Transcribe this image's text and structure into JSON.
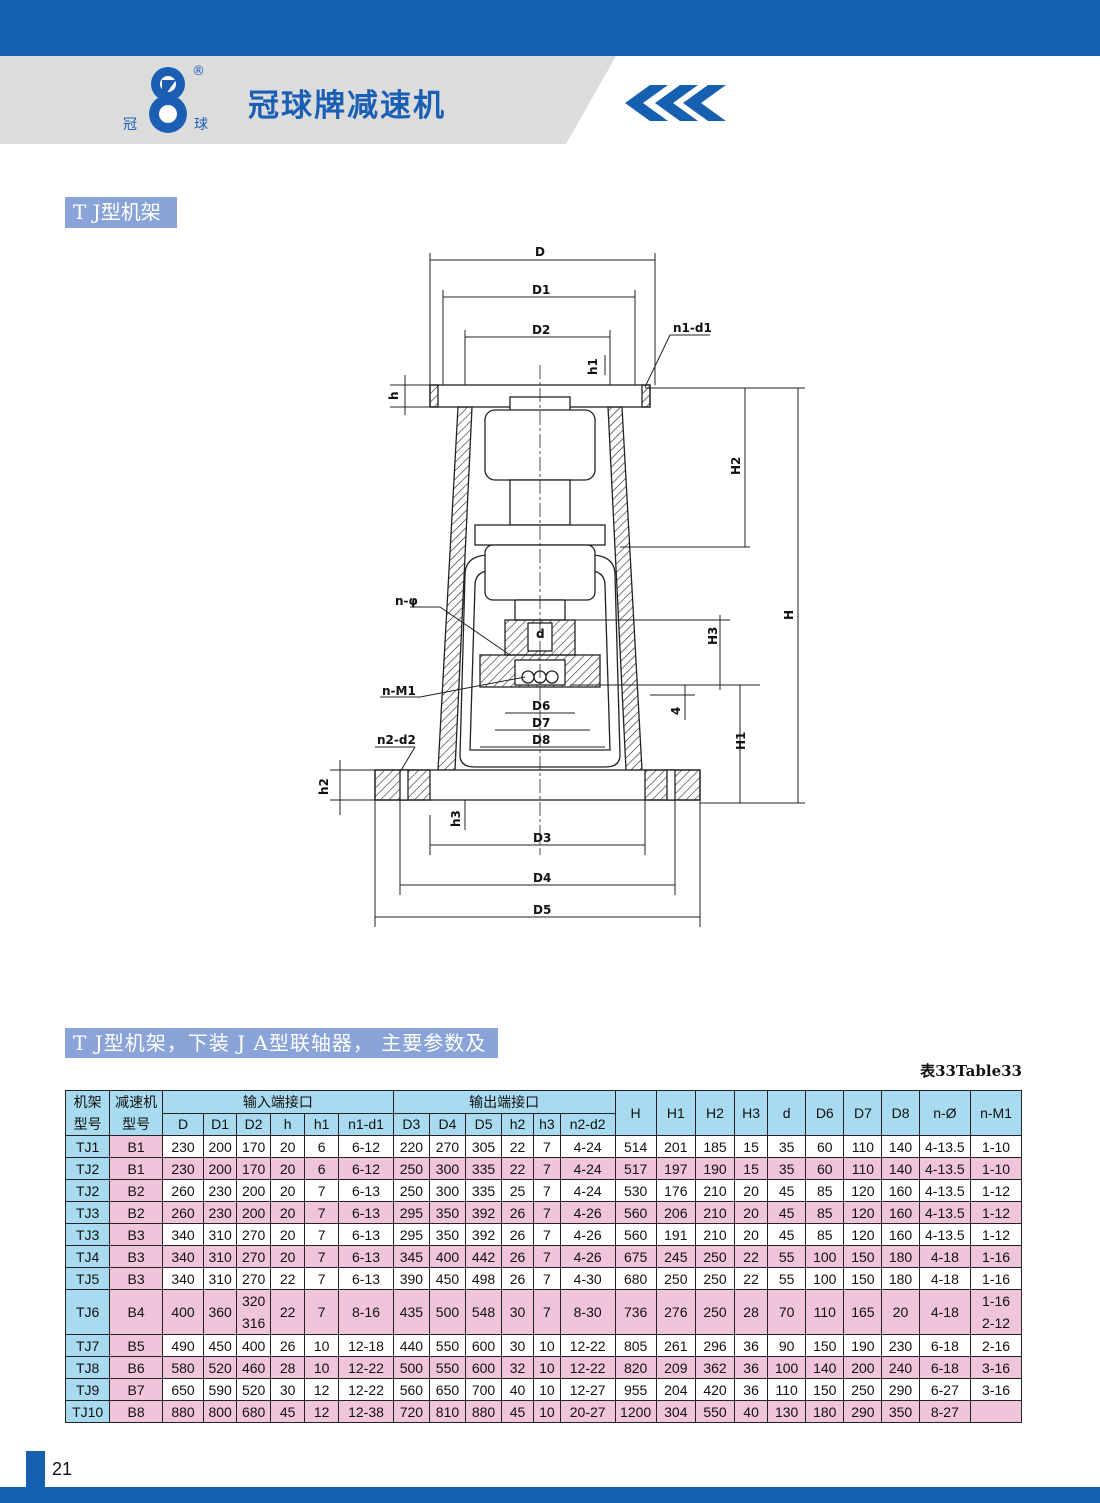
{
  "brand": {
    "name": "冠球牌减速机",
    "logo_left": "冠",
    "logo_right": "球",
    "registered": "®"
  },
  "section1_title": "T J型机架",
  "section2_title": "T J型机架，下装 J A型联轴器， 主要参数及尺寸",
  "table_caption": "表33Table33",
  "page_number": "21",
  "drawing_labels": {
    "D": "D",
    "D1": "D1",
    "D2": "D2",
    "n1d1": "n1-d1",
    "h": "h",
    "h1": "h1",
    "H2": "H2",
    "H": "H",
    "nphi": "n-φ",
    "d": "d",
    "H3": "H3",
    "nM1": "n-M1",
    "four": "4",
    "D6": "D6",
    "D7": "D7",
    "D8": "D8",
    "H1": "H1",
    "n2d2": "n2-d2",
    "h2": "h2",
    "h3": "h3",
    "D3": "D3",
    "D4": "D4",
    "D5": "D5"
  },
  "table": {
    "header_groups": {
      "frame_model": [
        "机架",
        "型号"
      ],
      "reducer_model": [
        "减速机",
        "型号"
      ],
      "input": "输入端接口",
      "output": "输出端接口"
    },
    "input_cols": [
      "D",
      "D1",
      "D2",
      "h",
      "h1",
      "n1-d1"
    ],
    "output_cols": [
      "D3",
      "D4",
      "D5",
      "h2",
      "h3",
      "n2-d2"
    ],
    "other_cols": [
      "H",
      "H1",
      "H2",
      "H3",
      "d",
      "D6",
      "D7",
      "D8",
      "n-Ø",
      "n-M1"
    ],
    "rows": [
      [
        "TJ1",
        "B1",
        "230",
        "200",
        "170",
        "20",
        "6",
        "6-12",
        "220",
        "270",
        "305",
        "22",
        "7",
        "4-24",
        "514",
        "201",
        "185",
        "15",
        "35",
        "60",
        "110",
        "140",
        "4-13.5",
        "1-10"
      ],
      [
        "TJ2",
        "B1",
        "230",
        "200",
        "170",
        "20",
        "6",
        "6-12",
        "250",
        "300",
        "335",
        "22",
        "7",
        "4-24",
        "517",
        "197",
        "190",
        "15",
        "35",
        "60",
        "110",
        "140",
        "4-13.5",
        "1-10"
      ],
      [
        "TJ2",
        "B2",
        "260",
        "230",
        "200",
        "20",
        "7",
        "6-13",
        "250",
        "300",
        "335",
        "25",
        "7",
        "4-24",
        "530",
        "176",
        "210",
        "20",
        "45",
        "85",
        "120",
        "160",
        "4-13.5",
        "1-12"
      ],
      [
        "TJ3",
        "B2",
        "260",
        "230",
        "200",
        "20",
        "7",
        "6-13",
        "295",
        "350",
        "392",
        "26",
        "7",
        "4-26",
        "560",
        "206",
        "210",
        "20",
        "45",
        "85",
        "120",
        "160",
        "4-13.5",
        "1-12"
      ],
      [
        "TJ3",
        "B3",
        "340",
        "310",
        "270",
        "20",
        "7",
        "6-13",
        "295",
        "350",
        "392",
        "26",
        "7",
        "4-26",
        "560",
        "191",
        "210",
        "20",
        "45",
        "85",
        "120",
        "160",
        "4-13.5",
        "1-12"
      ],
      [
        "TJ4",
        "B3",
        "340",
        "310",
        "270",
        "20",
        "7",
        "6-13",
        "345",
        "400",
        "442",
        "26",
        "7",
        "4-26",
        "675",
        "245",
        "250",
        "22",
        "55",
        "100",
        "150",
        "180",
        "4-18",
        "1-16"
      ],
      [
        "TJ5",
        "B3",
        "340",
        "310",
        "270",
        "22",
        "7",
        "6-13",
        "390",
        "450",
        "498",
        "26",
        "7",
        "4-30",
        "680",
        "250",
        "250",
        "22",
        "55",
        "100",
        "150",
        "180",
        "4-18",
        "1-16"
      ],
      [
        "TJ6",
        "B4",
        "400",
        "360",
        "320|316",
        "22",
        "7",
        "8-16",
        "435",
        "500",
        "548",
        "30",
        "7",
        "8-30",
        "736",
        "276",
        "250",
        "28",
        "70",
        "110",
        "165",
        "20",
        "4-18",
        "1-16|2-12"
      ],
      [
        "TJ7",
        "B5",
        "490",
        "450",
        "400",
        "26",
        "10",
        "12-18",
        "440",
        "550",
        "600",
        "30",
        "10",
        "12-22",
        "805",
        "261",
        "296",
        "36",
        "90",
        "150",
        "190",
        "230",
        "6-18",
        "2-16"
      ],
      [
        "TJ8",
        "B6",
        "580",
        "520",
        "460",
        "28",
        "10",
        "12-22",
        "500",
        "550",
        "600",
        "32",
        "10",
        "12-22",
        "820",
        "209",
        "362",
        "36",
        "100",
        "140",
        "200",
        "240",
        "6-18",
        "3-16"
      ],
      [
        "TJ9",
        "B7",
        "650",
        "590",
        "520",
        "30",
        "12",
        "12-22",
        "560",
        "650",
        "700",
        "40",
        "10",
        "12-27",
        "955",
        "204",
        "420",
        "36",
        "110",
        "150",
        "250",
        "290",
        "6-27",
        "3-16"
      ],
      [
        "TJ10",
        "B8",
        "880",
        "800",
        "680",
        "45",
        "12",
        "12-38",
        "720",
        "810",
        "880",
        "45",
        "10",
        "20-27",
        "1200",
        "304",
        "550",
        "40",
        "130",
        "180",
        "290",
        "350",
        "8-27",
        ""
      ]
    ]
  },
  "colors": {
    "brand_blue": "#1560b0",
    "header_cell": "#a9dbf0",
    "pink_cell": "#f0c4da",
    "label_bg": "#8aa3d8"
  }
}
